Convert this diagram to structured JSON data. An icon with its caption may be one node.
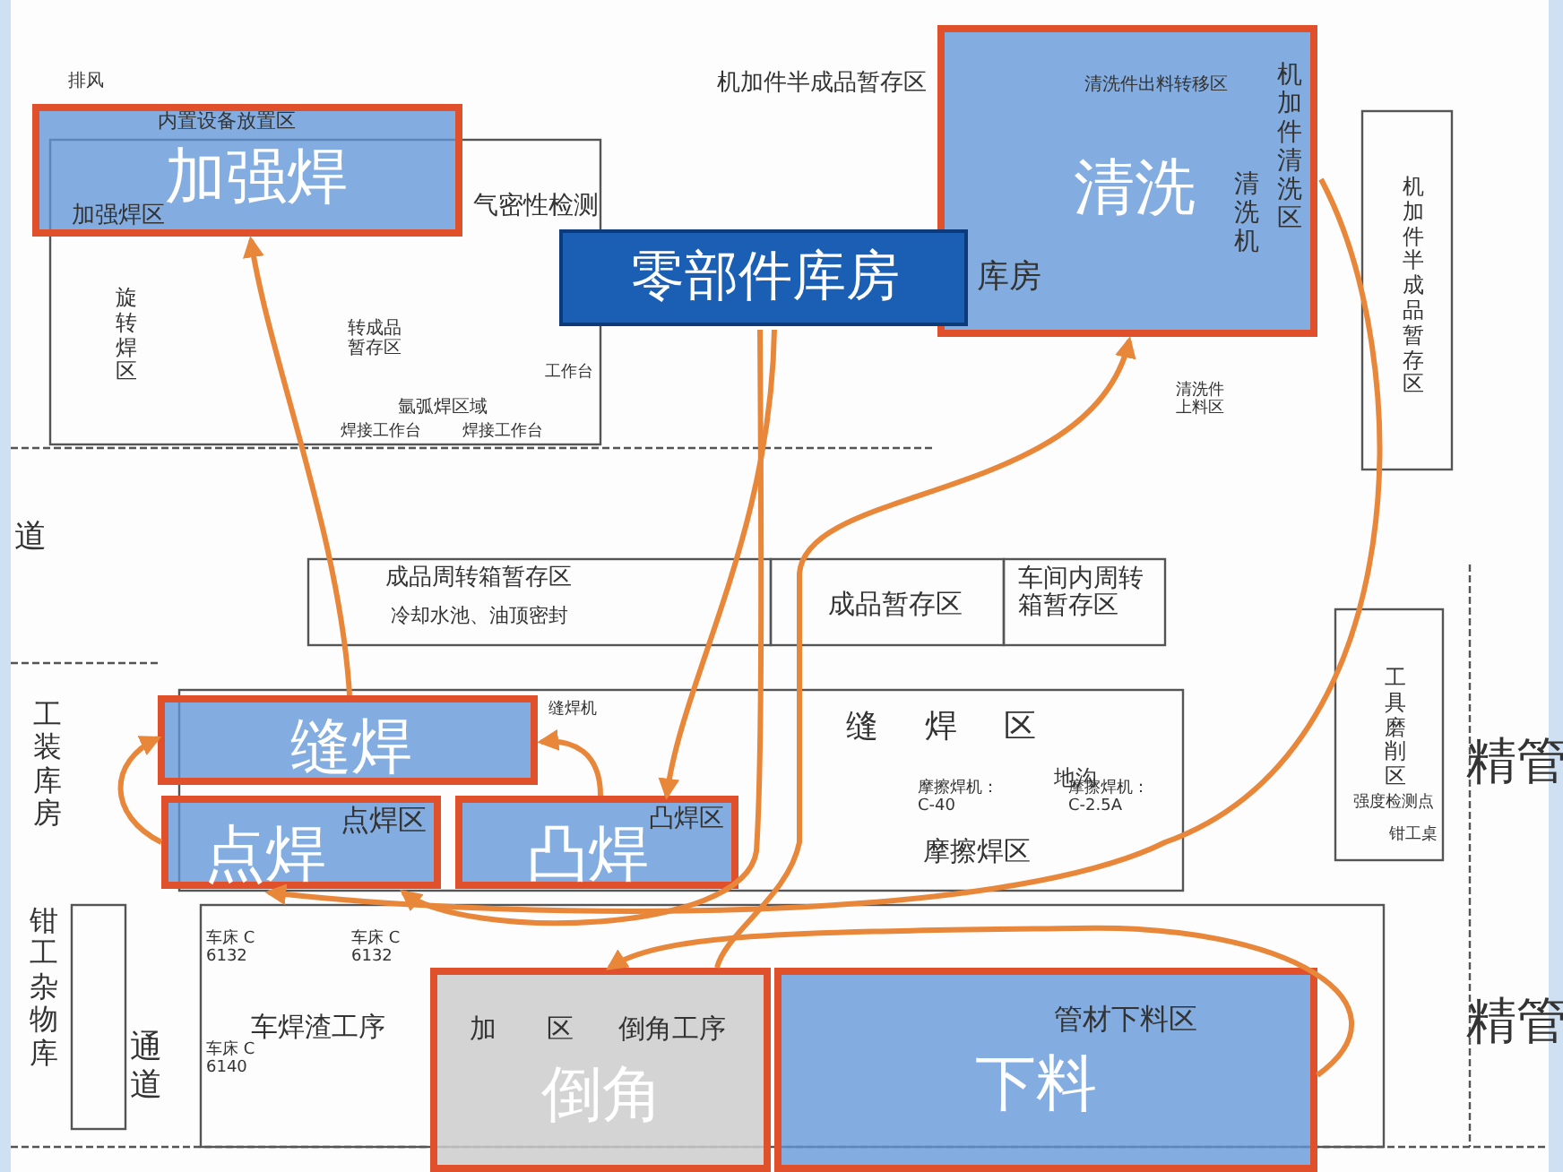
{
  "diagram": {
    "nodes": [
      {
        "text": [
          "加强焊"
        ]
      },
      {
        "text": [
          "清洗"
        ]
      },
      {
        "text": [
          "零部件库房"
        ]
      },
      {
        "text": [
          "缝焊"
        ]
      },
      {
        "text": [
          "点焊"
        ]
      },
      {
        "text": [
          "凸焊"
        ]
      },
      {
        "text": [
          "倒角"
        ]
      },
      {
        "text": [
          "下料"
        ]
      }
    ],
    "edges": [
      {
        "from": 7,
        "to": 6,
        "arrow": "to"
      },
      {
        "from": 6,
        "to": 1,
        "arrow": "to"
      },
      {
        "from": 1,
        "to": 4,
        "arrow": "to"
      },
      {
        "from": 5,
        "to": 3,
        "arrow": "to"
      },
      {
        "from": 4,
        "to": 3,
        "arrow": "to"
      },
      {
        "from": 3,
        "to": 0,
        "arrow": "to"
      },
      {
        "from": 2,
        "to": 4,
        "arrow": "to"
      },
      {
        "from": 2,
        "to": 5,
        "arrow": "to"
      }
    ],
    "labels": [
      "排风",
      "内置设备放置区",
      "加强焊区",
      "气密性检测",
      "旋转焊区",
      "转成品暂存区",
      "氩弧焊区域",
      "焊接工作台",
      "焊接工作台",
      "工作台",
      "机加件半成品暂存区",
      "清洗件出料转移区",
      "机加件清洗区",
      "清洗机",
      "机加件半成品暂存区",
      "清洗件上料区",
      "库房",
      "道",
      "成品周转箱暂存区",
      "冷却水池、油顶密封",
      "成品暂存区",
      "车间内周转箱暂存区",
      "工装库房",
      "缝焊区",
      "缝焊机",
      "点焊区",
      "凸焊区",
      "地沟",
      "摩擦焊机：C-40",
      "摩擦焊机：C-2.5A",
      "摩擦焊区",
      "工具磨削区",
      "强度检测点",
      "钳工桌",
      "精管",
      "精管",
      "钳工杂物库",
      "通道",
      "车床 C6132",
      "车床 C6132",
      "车床 C6140",
      "车焊渣工序",
      "加区",
      "倒角工序",
      "管材下料区"
    ]
  }
}
